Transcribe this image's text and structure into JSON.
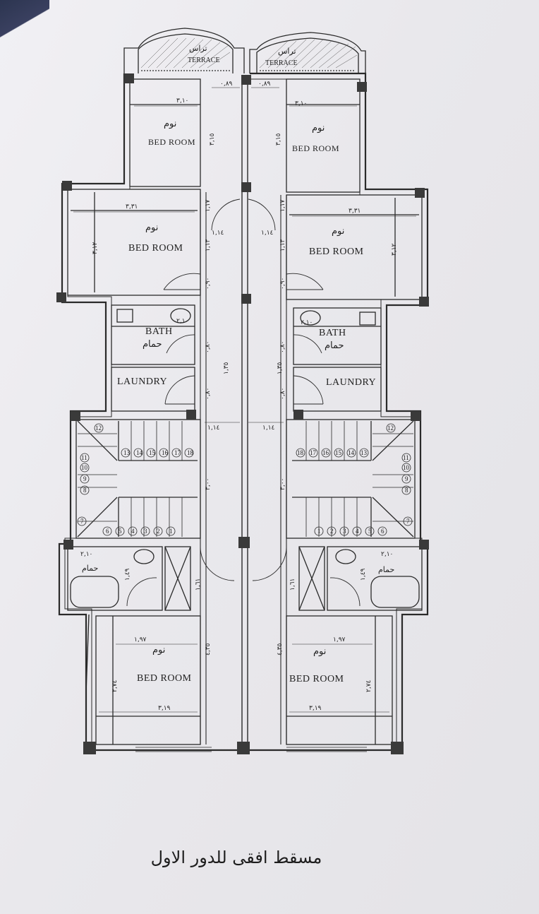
{
  "plan": {
    "terrace_en": "TERRACE",
    "terrace_ar": "تراس",
    "bedroom_en": "BED ROOM",
    "bedroom_ar": "نوم",
    "bath_en": "BATH",
    "bath_ar": "حمام",
    "laundry_en": "LAUNDRY",
    "caption": "مسقط افقى للدور الاول"
  },
  "dimensions": {
    "d_089": "٠,٨٩",
    "d_310": "٣,١٠",
    "d_315": "٣,١٥",
    "d_331": "٣,٣١",
    "d_312": "٣,١٢",
    "d_117": "١,١٧",
    "d_114": "١,١٤",
    "d_113": "١,١٣",
    "d_090": "٠,٩٠",
    "d_210": "٢,١٠",
    "d_080": "٠,٨٠",
    "d_135": "١,٣٥",
    "d_300": "٣,٠٠",
    "d_197": "١,٩٧",
    "d_435": "٤,٣٥",
    "d_274": "٢,٧٤",
    "d_319": "٣,١٩",
    "d_161": "١,٦١",
    "d_149": "١,٤٩"
  },
  "stairs": {
    "left_top": [
      "13",
      "14",
      "15",
      "16",
      "17",
      "18"
    ],
    "left_bottom": [
      "6",
      "5",
      "4",
      "3",
      "2",
      "1"
    ],
    "left_side": [
      "12",
      "11",
      "10",
      "9",
      "8",
      "7"
    ],
    "right_top": [
      "18",
      "17",
      "16",
      "15",
      "14",
      "13"
    ],
    "right_bottom": [
      "1",
      "2",
      "3",
      "4",
      "5",
      "6"
    ],
    "right_side": [
      "12",
      "11",
      "10",
      "9",
      "8",
      "7"
    ]
  }
}
